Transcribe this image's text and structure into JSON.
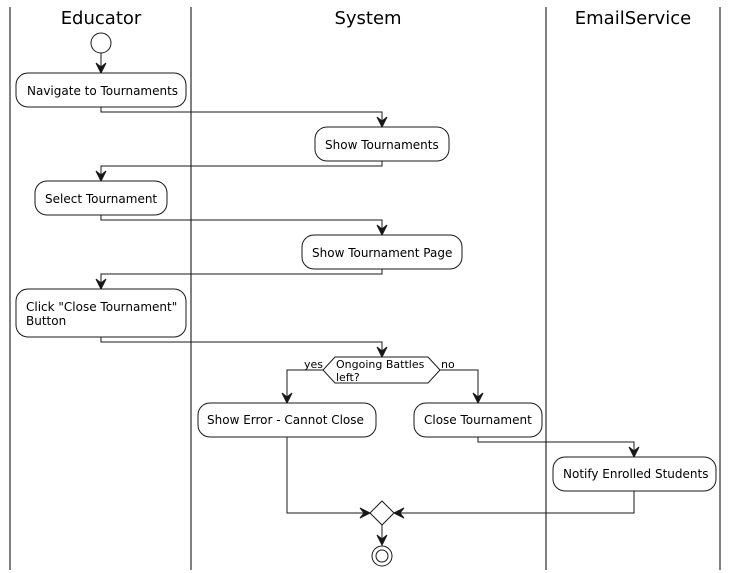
{
  "lanes": {
    "educator": "Educator",
    "system": "System",
    "email": "EmailService"
  },
  "nodes": {
    "navigate": "Navigate to Tournaments",
    "show_tournaments": "Show Tournaments",
    "select": "Select Tournament",
    "show_page": "Show Tournament Page",
    "click_line1": "Click \"Close Tournament\"",
    "click_line2": "Button",
    "decision_line1": "Ongoing Battles",
    "decision_line2": "left?",
    "show_error": "Show Error - Cannot Close",
    "close": "Close Tournament",
    "notify": "Notify Enrolled Students"
  },
  "branches": {
    "yes": "yes",
    "no": "no"
  }
}
